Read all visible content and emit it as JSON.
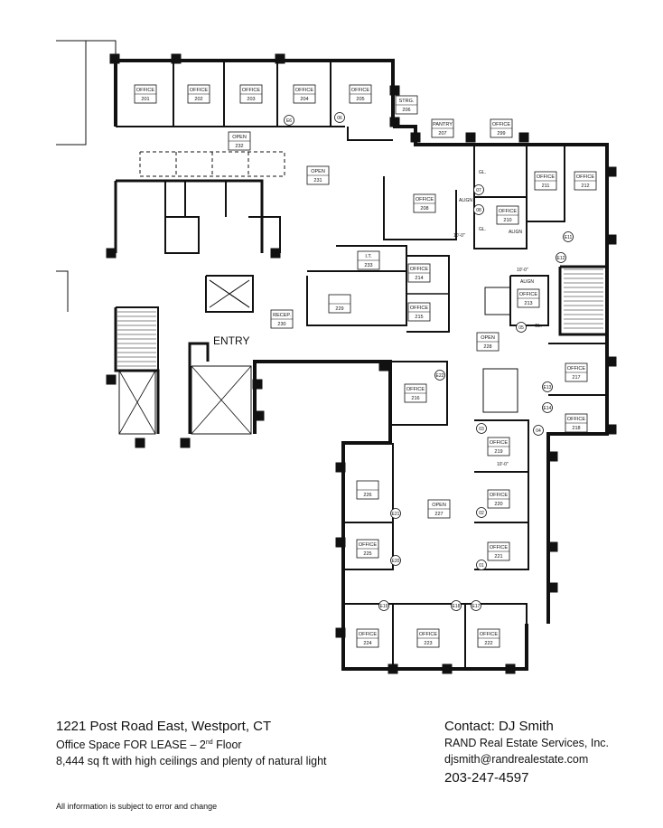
{
  "plan": {
    "entry_label": "ENTRY",
    "rooms": [
      {
        "name": "OFFICE",
        "number": "201"
      },
      {
        "name": "OFFICE",
        "number": "202"
      },
      {
        "name": "OFFICE",
        "number": "203"
      },
      {
        "name": "OFFICE",
        "number": "204"
      },
      {
        "name": "OFFICE",
        "number": "205"
      },
      {
        "name": "STRG.",
        "number": "206"
      },
      {
        "name": "PANTRY",
        "number": "207"
      },
      {
        "name": "OFFICE",
        "number": "299"
      },
      {
        "name": "OPEN",
        "number": "232"
      },
      {
        "name": "OPEN",
        "number": "231"
      },
      {
        "name": "OFFICE",
        "number": "208"
      },
      {
        "name": "OFFICE",
        "number": "211"
      },
      {
        "name": "OFFICE",
        "number": "212"
      },
      {
        "name": "OFFICE",
        "number": "210"
      },
      {
        "name": "I.T.",
        "number": "233"
      },
      {
        "name": "",
        "number": "229"
      },
      {
        "name": "OFFICE",
        "number": "214"
      },
      {
        "name": "OFFICE",
        "number": "215"
      },
      {
        "name": "OFFICE",
        "number": "213"
      },
      {
        "name": "RECEP.",
        "number": "230"
      },
      {
        "name": "OPEN",
        "number": "228"
      },
      {
        "name": "OFFICE",
        "number": "216"
      },
      {
        "name": "OFFICE",
        "number": "217"
      },
      {
        "name": "OFFICE",
        "number": "218"
      },
      {
        "name": "OFFICE",
        "number": "219"
      },
      {
        "name": "OFFICE",
        "number": "220"
      },
      {
        "name": "OFFICE",
        "number": "221"
      },
      {
        "name": "",
        "number": "226"
      },
      {
        "name": "OFFICE",
        "number": "225"
      },
      {
        "name": "OPEN",
        "number": "227"
      },
      {
        "name": "OFFICE",
        "number": "224"
      },
      {
        "name": "OFFICE",
        "number": "223"
      },
      {
        "name": "OFFICE",
        "number": "222"
      }
    ],
    "tags": [
      "E6",
      "06",
      "07",
      "08",
      "E11",
      "E12",
      "05",
      "E13",
      "E14",
      "03",
      "04",
      "02",
      "01",
      "E22",
      "E21",
      "E20",
      "E19",
      "E18",
      "E17"
    ],
    "notes": [
      "ALIGN",
      "ALIGN",
      "ALIGN",
      "GL.",
      "GL.",
      "GL.",
      "10'-0\"",
      "10'-0\"",
      "10'-0\""
    ]
  },
  "listing": {
    "address": "1221 Post Road East, Westport, CT",
    "lease_line_pre": "Office Space FOR LEASE – 2",
    "lease_line_sup": "nd",
    "lease_line_post": " Floor",
    "description": "8,444 sq ft with high ceilings and plenty of natural light",
    "disclaimer": "All information is subject to error and change"
  },
  "contact": {
    "label": "Contact:  DJ Smith",
    "company": "RAND Real Estate Services, Inc.",
    "email": "djsmith@randrealestate.com",
    "phone": "203-247-4597"
  }
}
